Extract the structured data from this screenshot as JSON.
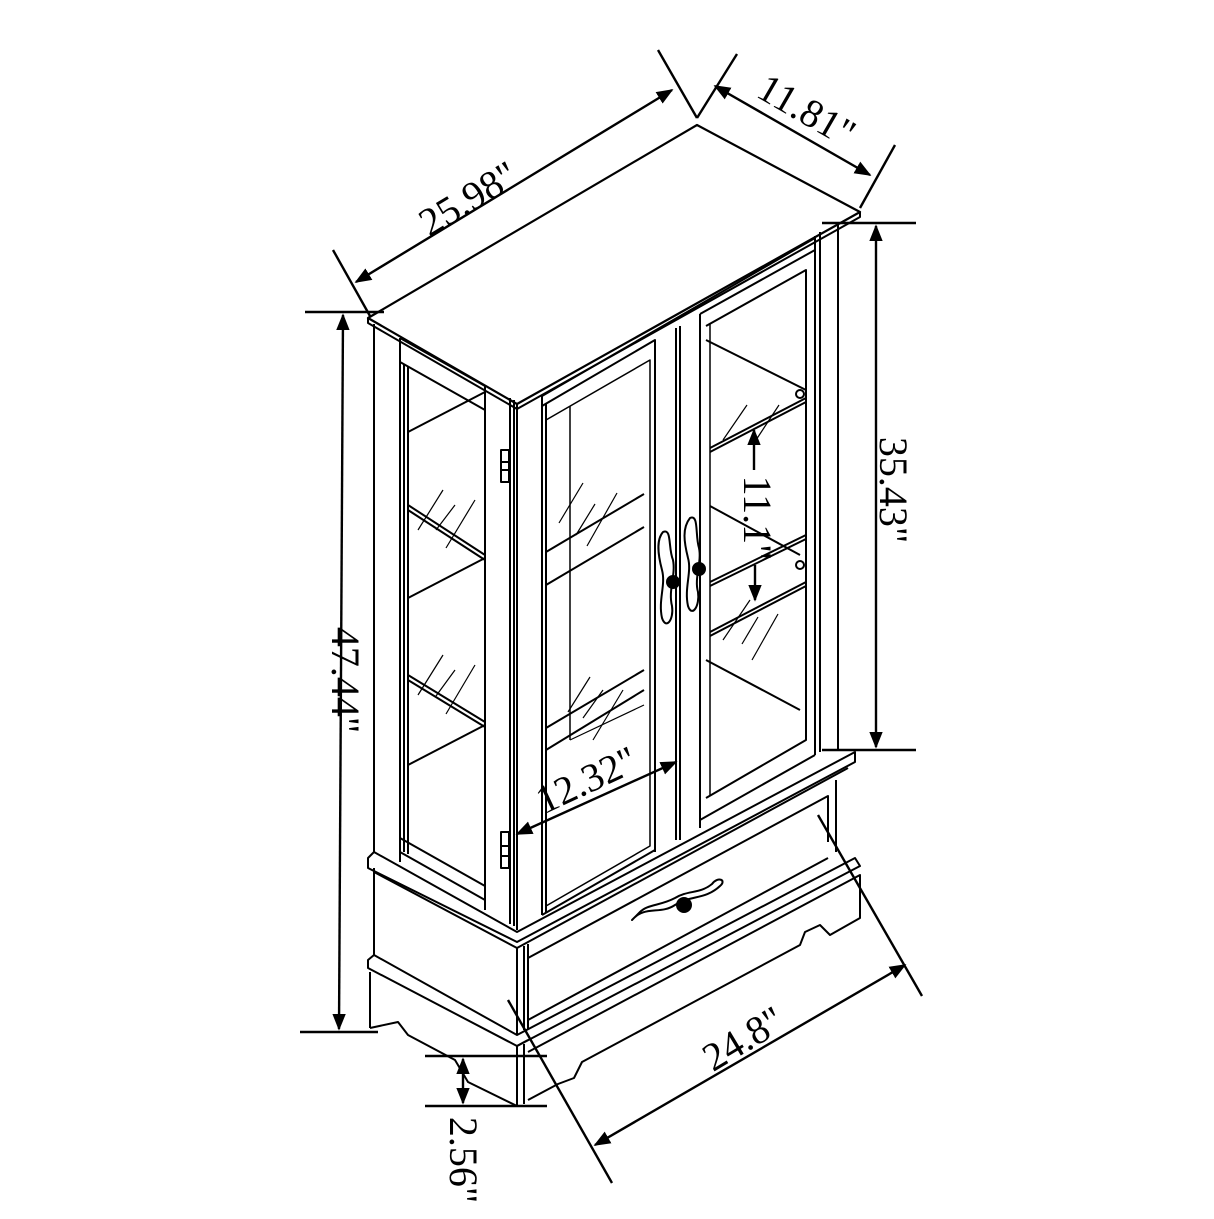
{
  "figure": {
    "subject": "Curio display cabinet with two glass doors and bottom drawer",
    "view": "isometric line drawing",
    "line_color": "#000000",
    "background": "#ffffff"
  },
  "dimensions": {
    "top_width": {
      "label": "25.98\"",
      "value": 25.98,
      "unit": "in"
    },
    "top_depth": {
      "label": "11.81\"",
      "value": 11.81,
      "unit": "in"
    },
    "upper_height": {
      "label": "35.43\"",
      "value": 35.43,
      "unit": "in"
    },
    "total_height": {
      "label": "47.44\"",
      "value": 47.44,
      "unit": "in"
    },
    "shelf_spacing": {
      "label": "11.1\"",
      "value": 11.1,
      "unit": "in"
    },
    "interior_width": {
      "label": "12.32\"",
      "value": 12.32,
      "unit": "in"
    },
    "base_width": {
      "label": "24.8\"",
      "value": 24.8,
      "unit": "in"
    },
    "foot_height": {
      "label": "2.56\"",
      "value": 2.56,
      "unit": "in"
    }
  },
  "components": {
    "doors": 2,
    "shelves_per_side": 2,
    "drawers": 1,
    "hinges_visible": 2,
    "handles": 3
  }
}
